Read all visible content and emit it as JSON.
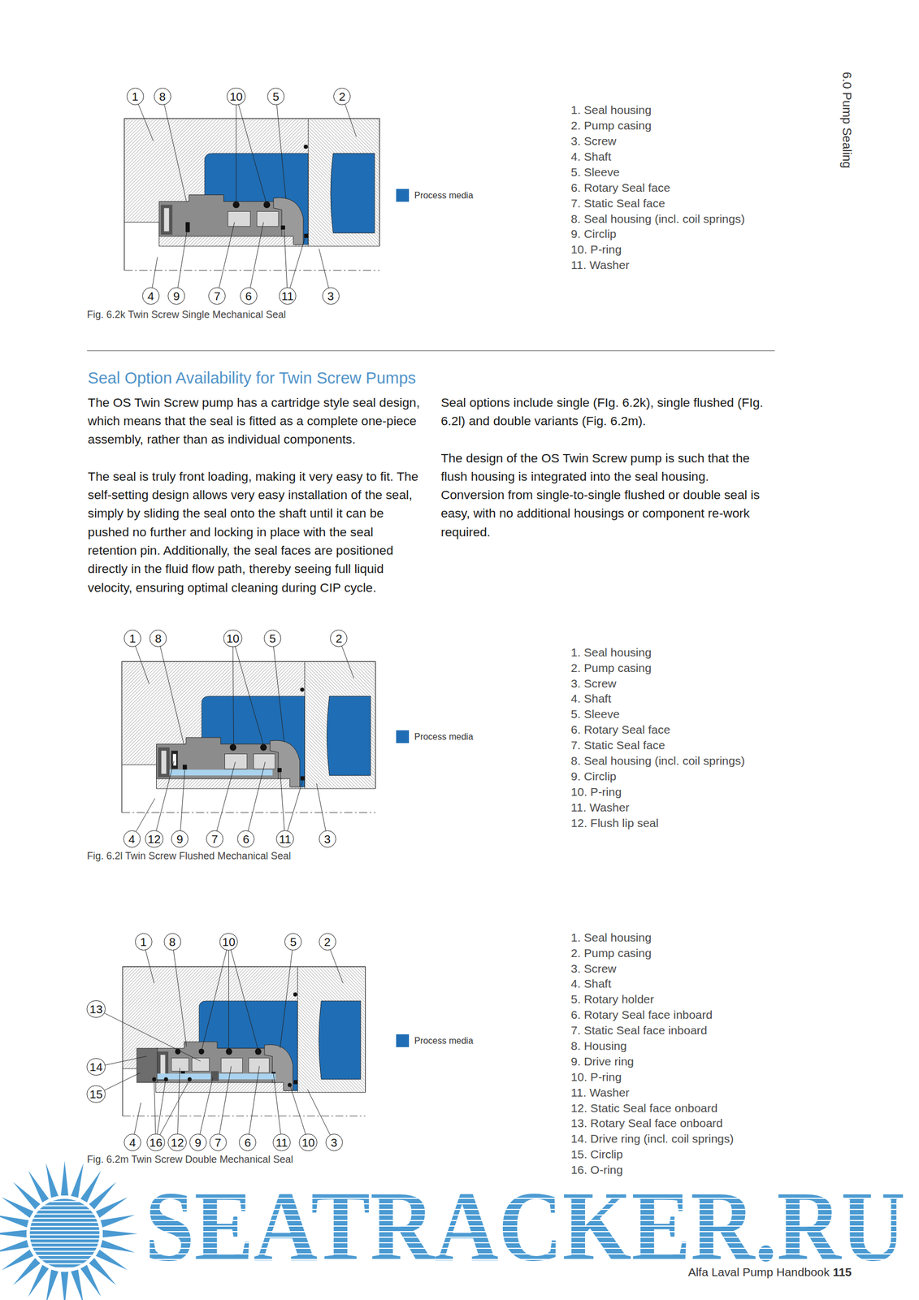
{
  "diagram": {
    "title": "Seal Option Availability for Twin Screw Pumps",
    "nodes": [
      {
        "text": [
          "1"
        ]
      },
      {
        "text": [
          "8"
        ]
      },
      {
        "text": [
          "10"
        ]
      },
      {
        "text": [
          "5"
        ]
      },
      {
        "text": [
          "2"
        ]
      },
      {
        "text": [
          "4"
        ]
      },
      {
        "text": [
          "9"
        ]
      },
      {
        "text": [
          "7"
        ]
      },
      {
        "text": [
          "6"
        ]
      },
      {
        "text": [
          "11"
        ]
      },
      {
        "text": [
          "3"
        ]
      },
      {
        "text": [
          "1"
        ]
      },
      {
        "text": [
          "8"
        ]
      },
      {
        "text": [
          "10"
        ]
      },
      {
        "text": [
          "5"
        ]
      },
      {
        "text": [
          "2"
        ]
      },
      {
        "text": [
          "4"
        ]
      },
      {
        "text": [
          "12"
        ]
      },
      {
        "text": [
          "9"
        ]
      },
      {
        "text": [
          "7"
        ]
      },
      {
        "text": [
          "6"
        ]
      },
      {
        "text": [
          "11"
        ]
      },
      {
        "text": [
          "3"
        ]
      },
      {
        "text": [
          "1"
        ]
      },
      {
        "text": [
          "8"
        ]
      },
      {
        "text": [
          "10"
        ]
      },
      {
        "text": [
          "5"
        ]
      },
      {
        "text": [
          "2"
        ]
      },
      {
        "text": [
          "13"
        ]
      },
      {
        "text": [
          "14"
        ]
      },
      {
        "text": [
          "15"
        ]
      },
      {
        "text": [
          "4"
        ]
      },
      {
        "text": [
          "16"
        ]
      },
      {
        "text": [
          "12"
        ]
      },
      {
        "text": [
          "9"
        ]
      },
      {
        "text": [
          "7"
        ]
      },
      {
        "text": [
          "6"
        ]
      },
      {
        "text": [
          "11"
        ]
      },
      {
        "text": [
          "10"
        ]
      },
      {
        "text": [
          "3"
        ]
      }
    ],
    "labels": [
      "6.0 Pump Sealing",
      "1. Seal housing",
      "2. Pump casing",
      "3. Screw",
      "4. Shaft",
      "5. Sleeve",
      "6. Rotary Seal face",
      "7. Static Seal face",
      "8. Seal housing (incl. coil springs)",
      "9. Circlip",
      "10. P-ring",
      "11. Washer",
      "Fig. 6.2k Twin Screw Single Mechanical Seal",
      "The OS Twin Screw pump has a cartridge style seal design, which means that the seal is fitted as a complete one-piece assembly, rather than as individual components.",
      "The seal is truly front loading, making it very easy to fit. The self-setting design allows very easy installation of the seal, simply by sliding the seal onto the shaft until it can be pushed no further and locking in place with the seal retention pin. Additionally, the seal faces are positioned directly in the fluid flow path, thereby seeing full liquid velocity, ensuring optimal cleaning during CIP cycle.",
      "Seal options include single (FIg. 6.2k), single flushed (FIg. 6.2l) and double variants (Fig. 6.2m).",
      "The design of the OS Twin Screw pump is such that the flush housing is integrated into the seal housing. Conversion from single-to-single flushed or double seal is easy, with no additional housings or component re-work required.",
      "1. Seal housing",
      "2. Pump casing",
      "3. Screw",
      "4. Shaft",
      "5. Sleeve",
      "6. Rotary Seal face",
      "7. Static Seal face",
      "8. Seal housing (incl. coil springs)",
      "9. Circlip",
      "10. P-ring",
      "11. Washer",
      "12. Flush lip seal",
      "Fig. 6.2l Twin Screw Flushed Mechanical Seal",
      "1. Seal housing",
      "2. Pump casing",
      "3. Screw",
      "4. Shaft",
      "5. Rotary holder",
      "6. Rotary Seal face inboard",
      "7. Static Seal face inboard",
      "8. Housing",
      "9. Drive ring",
      "10. P-ring",
      "11. Washer",
      "12. Static Seal face onboard",
      "13. Rotary Seal face onboard",
      "14. Drive ring (incl. coil springs)",
      "15. Circlip",
      "16. O-ring",
      "Fig. 6.2m Twin Screw Double Mechanical Seal",
      "SEATRACKER.RU",
      "Alfa Laval Pump Handbook",
      "115"
    ],
    "legend": [
      {
        "text": "Process media",
        "color": "#1f6db4"
      },
      {
        "text": "Process media",
        "color": "#1f6db4"
      },
      {
        "text": "Process media",
        "color": "#1f6db4"
      }
    ]
  }
}
